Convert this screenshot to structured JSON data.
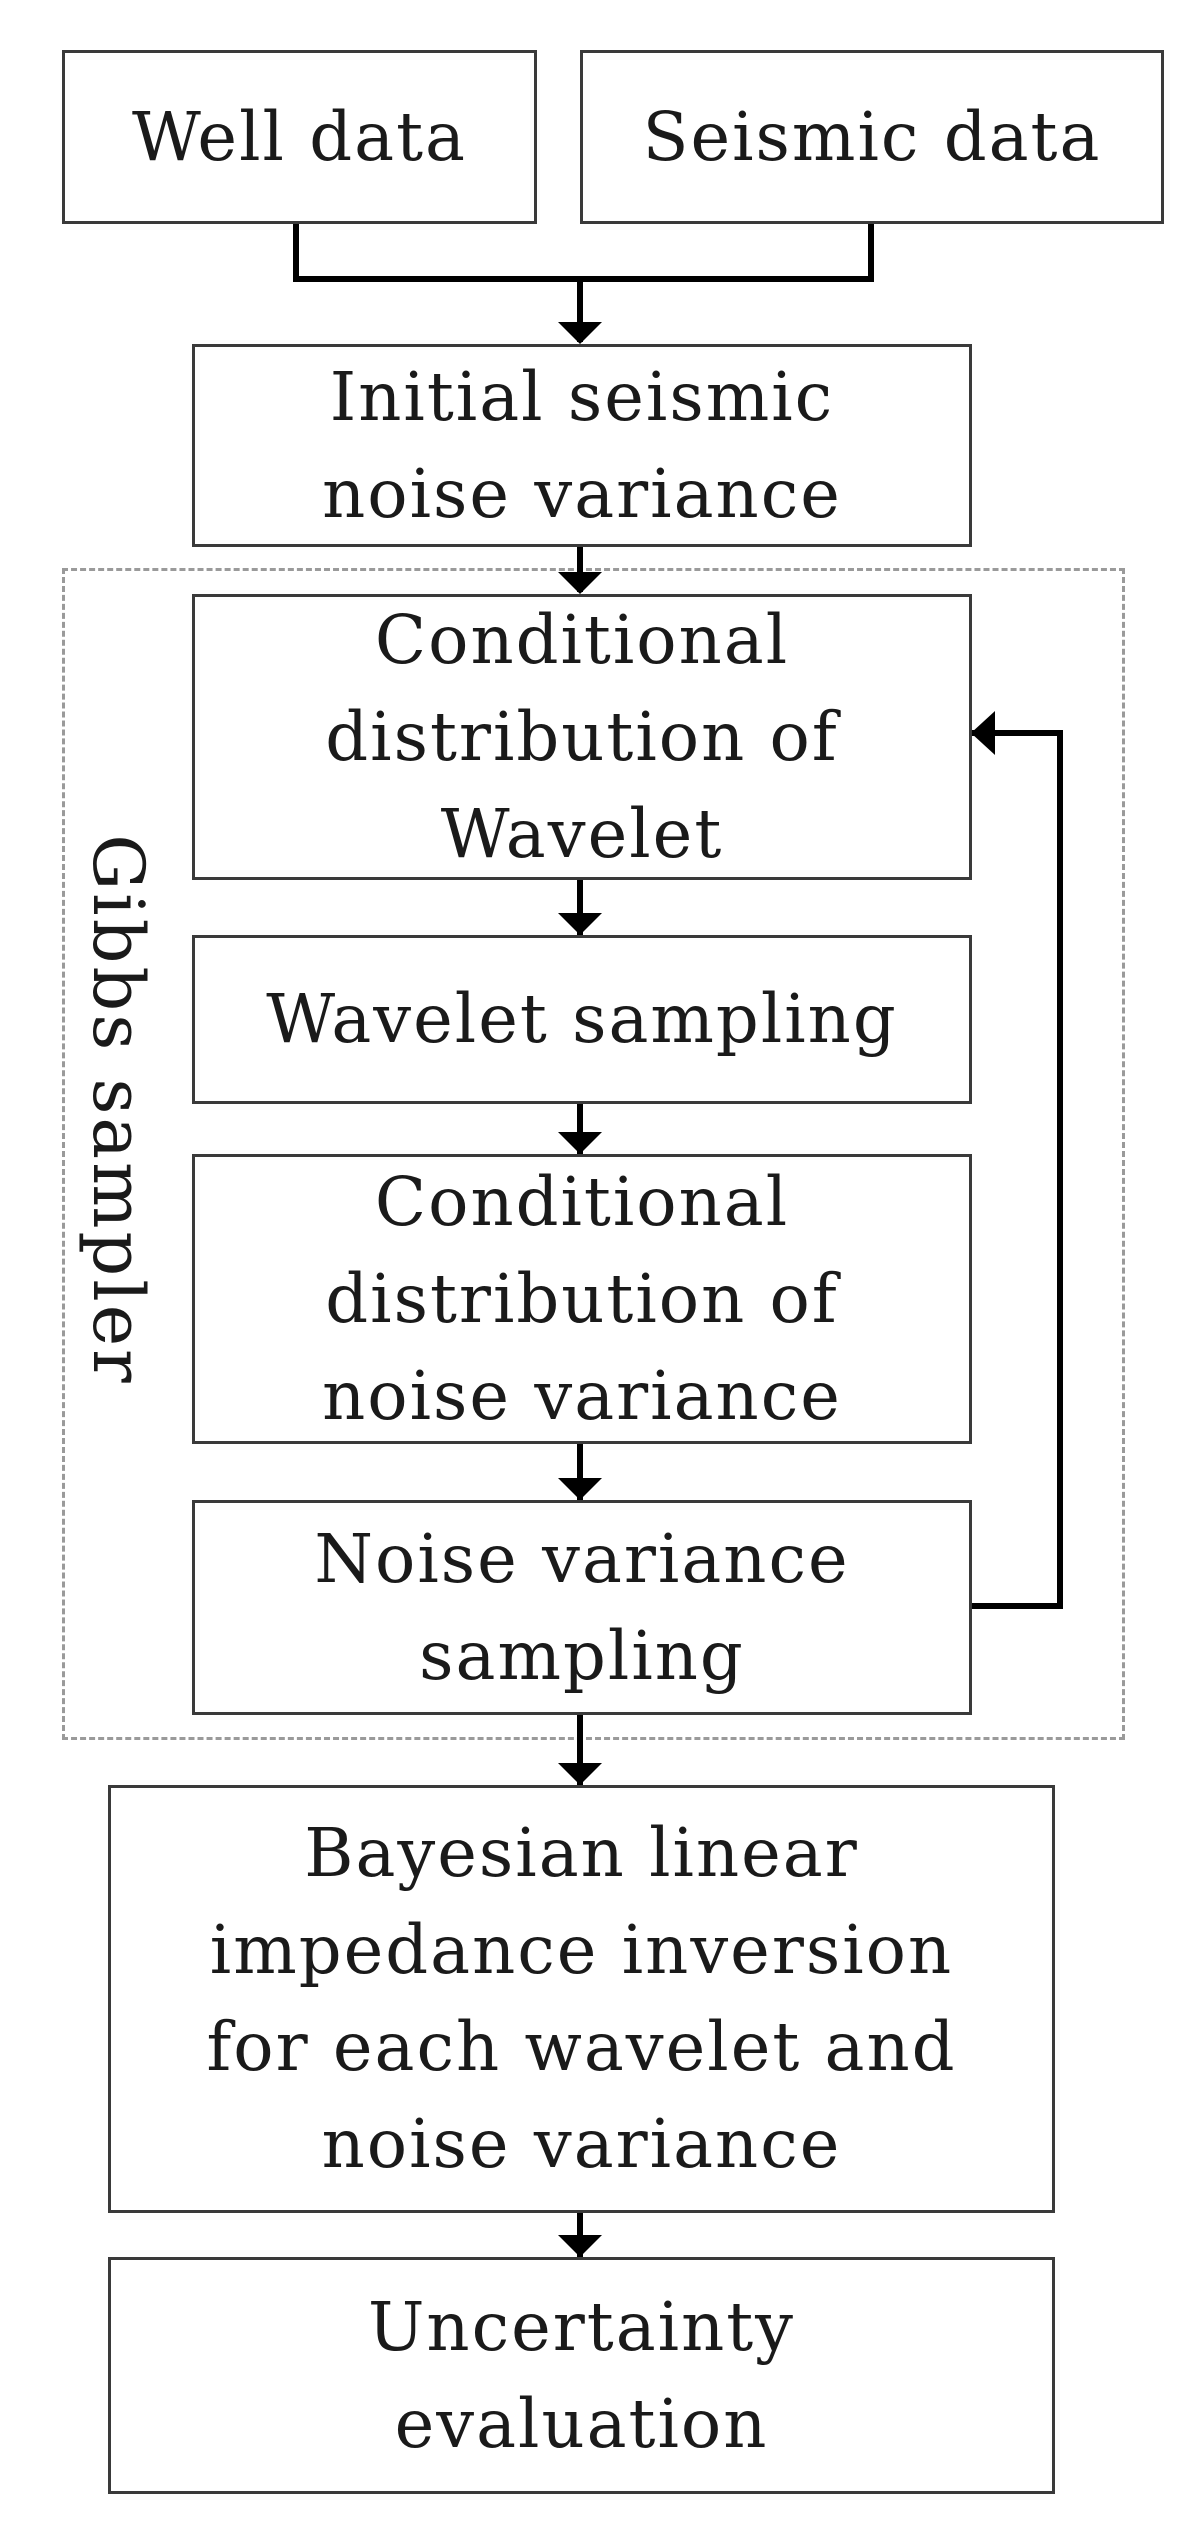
{
  "boxes": {
    "well_data": "Well data",
    "seismic_data": "Seismic data",
    "initial_noise": "Initial seismic\nnoise variance",
    "cond_wavelet": "Conditional\ndistribution of\nWavelet",
    "wavelet_sampling": "Wavelet sampling",
    "cond_noise": "Conditional\ndistribution of\nnoise variance",
    "noise_sampling": "Noise variance\nsampling",
    "bayesian_inversion": "Bayesian linear\nimpedance inversion\nfor each wavelet and\nnoise variance",
    "uncertainty": "Uncertainty\nevaluation"
  },
  "group": {
    "label": "Gibbs sampler"
  },
  "colors": {
    "box_border": "#3a3a3a",
    "arrow": "#000000",
    "group_border": "#9a9a9a"
  }
}
